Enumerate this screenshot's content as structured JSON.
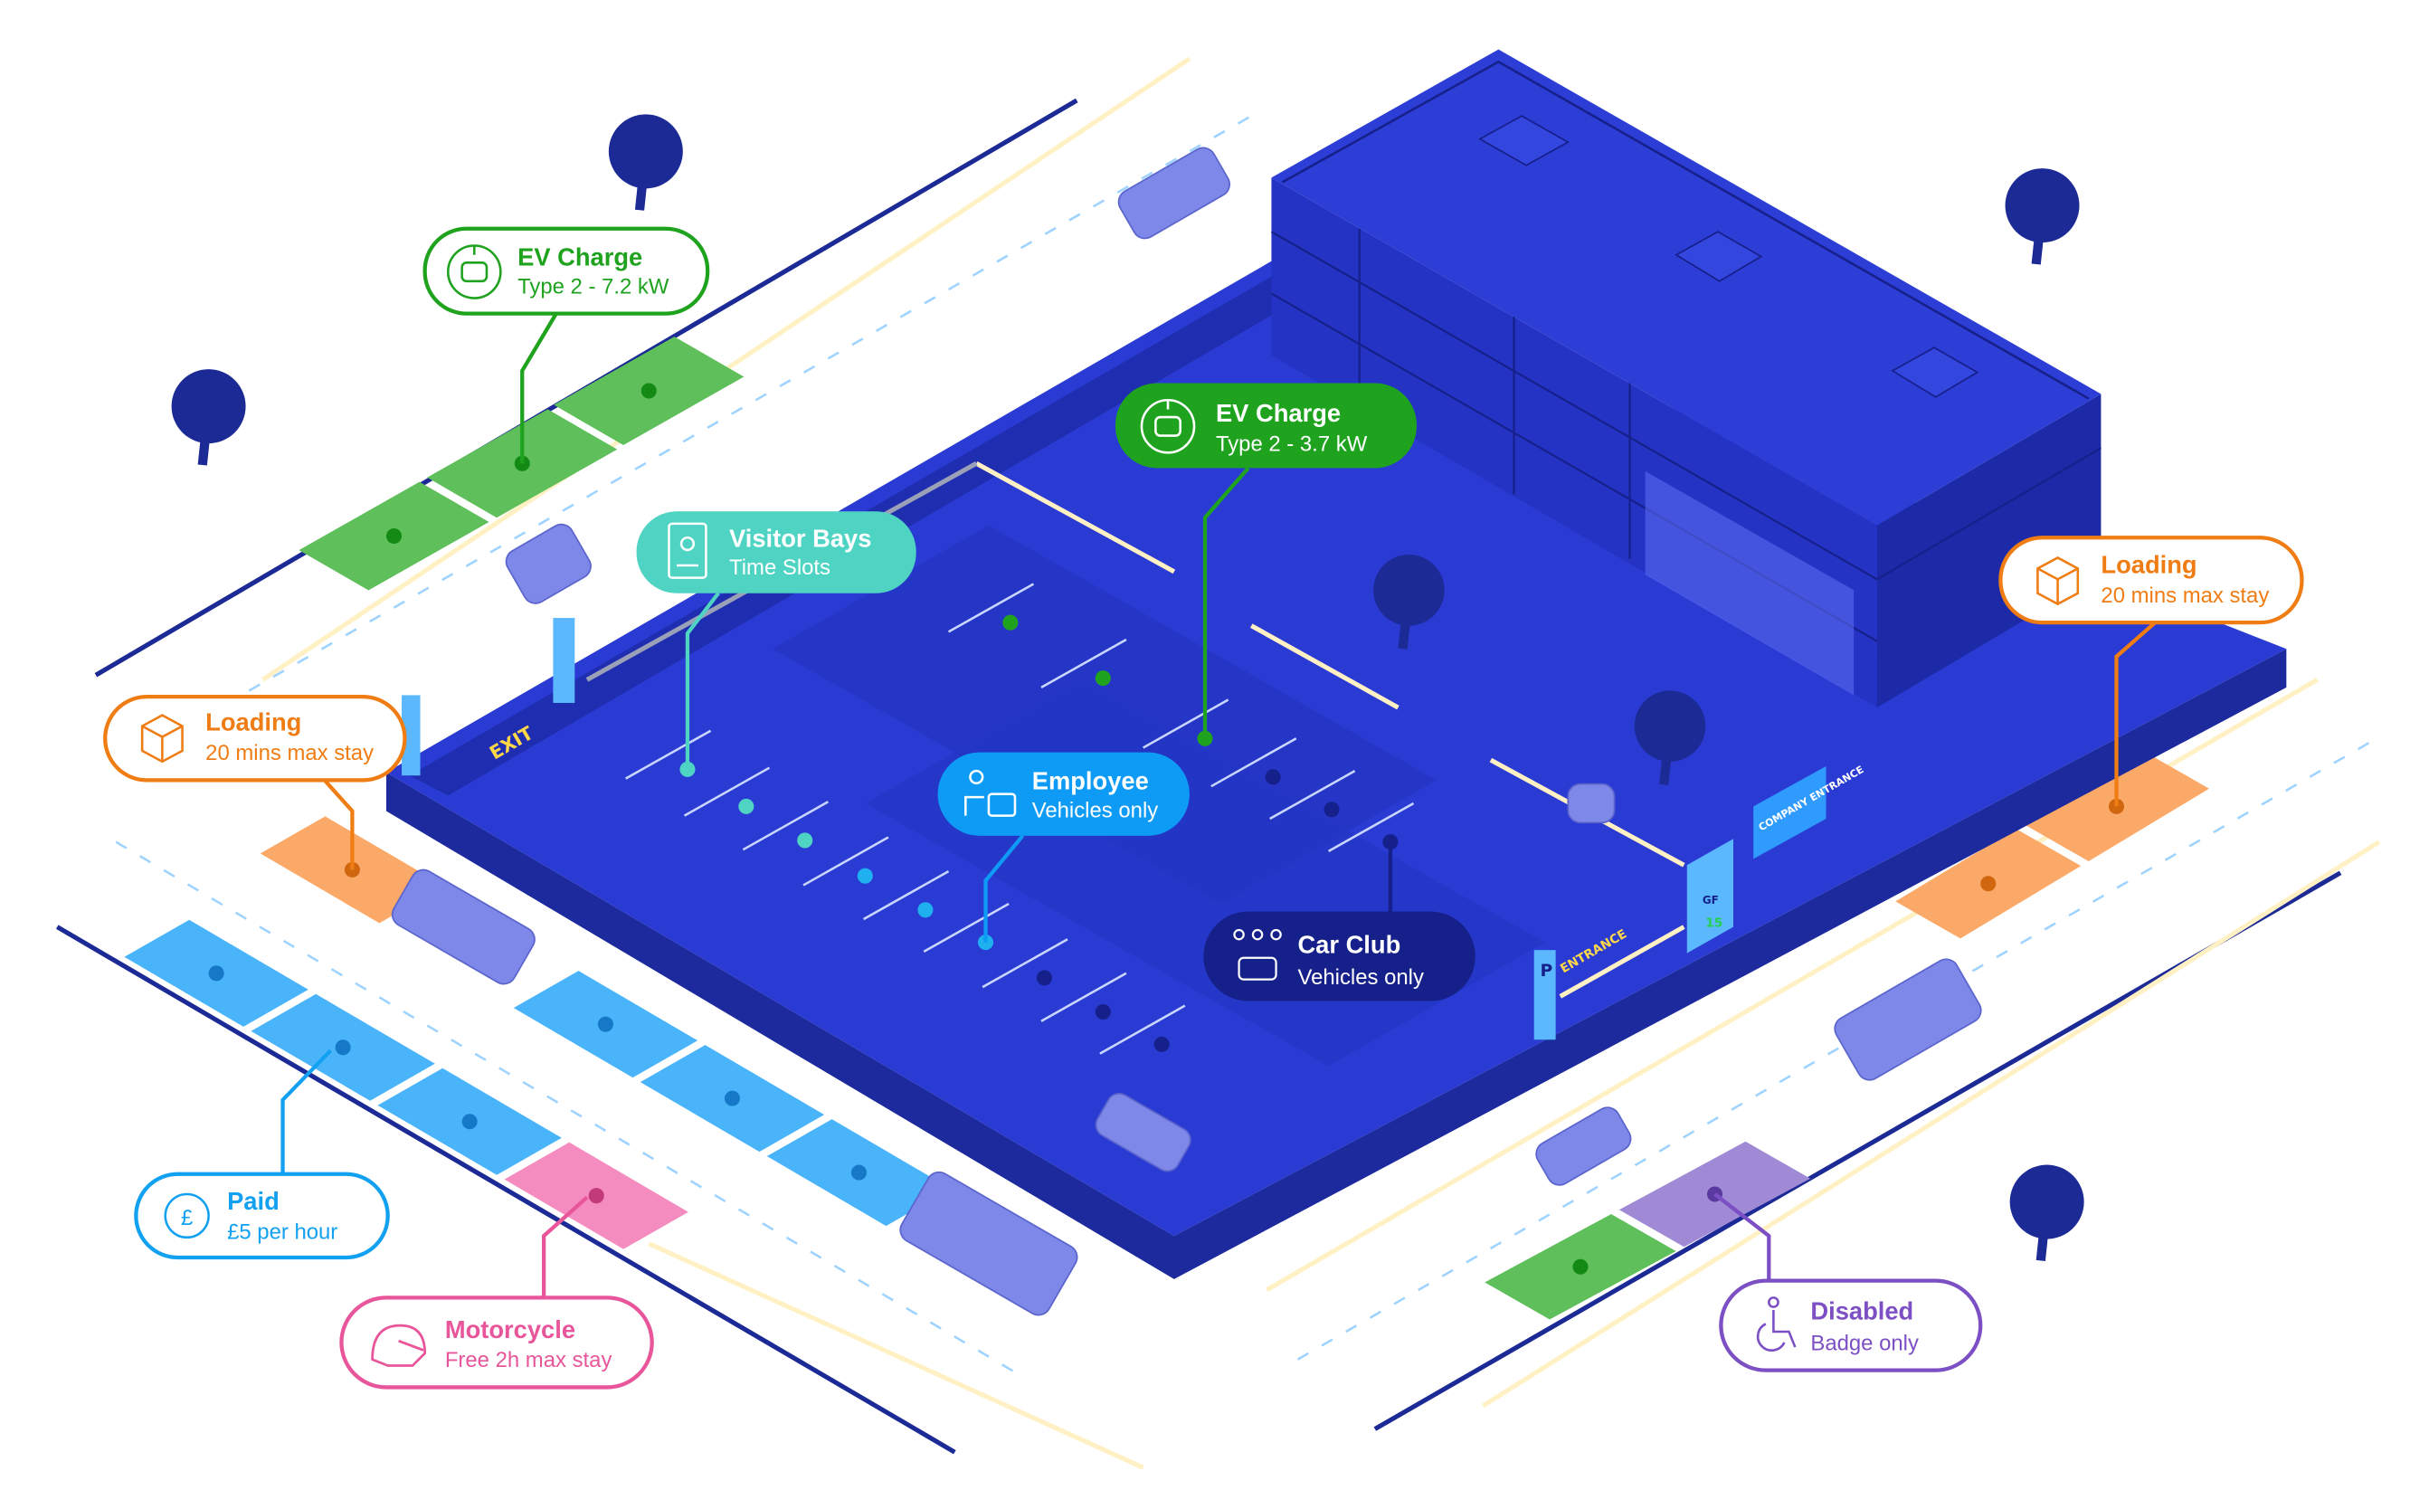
{
  "colors": {
    "lot_floor": "#2a3bd4",
    "lot_side": "#1c2a9e",
    "building_roof": "#2c3ed6",
    "building_left": "#2433c4",
    "building_right": "#1d2aa8",
    "tree": "#1c2a96",
    "ev_green": "#1fa31f",
    "ev_bay": "#5fbf5a",
    "visitor_teal": "#4fd4c4",
    "employee_blue": "#0d9bf5",
    "car_club_navy": "#16208a",
    "loading_orange": "#f07c14",
    "loading_bay": "#fba968",
    "paid_blue": "#12a0f0",
    "paid_bay": "#4ab4fb",
    "motorcycle_pink": "#e8559a",
    "motorcycle_bay": "#f58cbf",
    "disabled_purple": "#7c4fc4",
    "disabled_bay": "#a08ad6",
    "vehicle": "#7d88e8"
  },
  "labels": {
    "ev_charge_street": {
      "title": "EV Charge",
      "subtitle": "Type 2 - 7.2 kW",
      "icon": "ev-charge-icon"
    },
    "ev_charge_lot": {
      "title": "EV Charge",
      "subtitle": "Type 2 - 3.7 kW",
      "icon": "ev-charge-icon"
    },
    "visitor_bays": {
      "title": "Visitor Bays",
      "subtitle": "Time Slots",
      "icon": "visitor-badge-icon"
    },
    "employee": {
      "title": "Employee",
      "subtitle": "Vehicles only",
      "icon": "employee-briefcase-icon"
    },
    "car_club": {
      "title": "Car Club",
      "subtitle": "Vehicles only",
      "icon": "car-club-icon"
    },
    "loading_left": {
      "title": "Loading",
      "subtitle": "20 mins max stay",
      "icon": "package-box-icon"
    },
    "loading_right": {
      "title": "Loading",
      "subtitle": "20 mins max stay",
      "icon": "package-box-icon"
    },
    "paid": {
      "title": "Paid",
      "subtitle": "£5 per hour",
      "icon": "pound-coin-icon",
      "symbol": "£"
    },
    "motorcycle": {
      "title": "Motorcycle",
      "subtitle": "Free 2h max stay",
      "icon": "helmet-icon"
    },
    "disabled": {
      "title": "Disabled",
      "subtitle": "Badge only",
      "icon": "wheelchair-icon"
    }
  },
  "signs": {
    "exit": "EXIT",
    "entrance": "ENTRANCE",
    "company_entrance": "COMPANY ENTRANCE",
    "parking_p": "P",
    "floor": "GF",
    "spaces": "15"
  }
}
